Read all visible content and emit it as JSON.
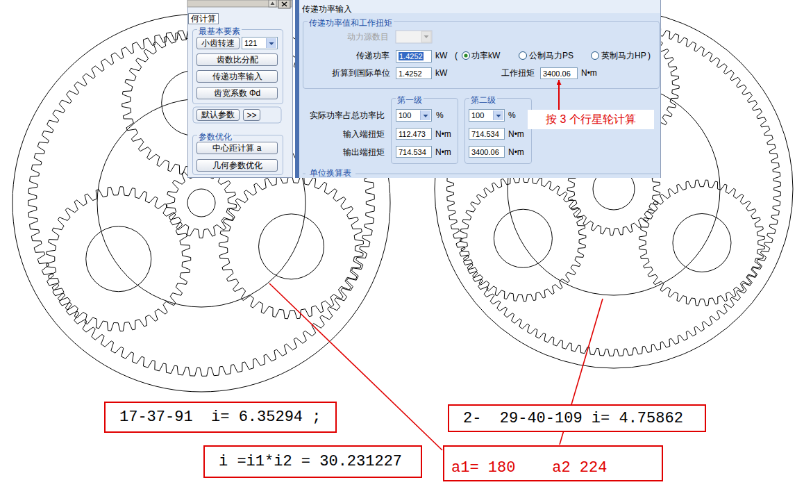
{
  "diagram": {
    "nodes": [
      {
        "text": [
          "何计算"
        ]
      },
      {
        "text": [
          "最基本要素"
        ],
        "in": 0
      },
      {
        "text": [
          "小齿转速"
        ],
        "in": 1
      },
      {
        "text": [
          "121"
        ],
        "in": 1
      },
      {
        "text": [
          "齿数比分配"
        ],
        "in": 1
      },
      {
        "text": [
          "传递功率输入"
        ],
        "in": 1
      },
      {
        "text": [
          "齿宽系数 Φd"
        ],
        "in": 1
      },
      {
        "text": [
          "默认参数"
        ],
        "in": 0
      },
      {
        "text": [
          ">>"
        ],
        "in": 0
      },
      {
        "text": [
          "参数优化"
        ],
        "in": 0
      },
      {
        "text": [
          "中心距计算 a"
        ],
        "in": 9
      },
      {
        "text": [
          "几何参数优化"
        ],
        "in": 9
      },
      {
        "text": [
          "传递功率输入"
        ]
      },
      {
        "text": [
          "传递功率值和工作扭矩"
        ],
        "in": 12
      },
      {
        "text": [
          "1.4252"
        ],
        "in": 13
      },
      {
        "text": [
          "1.4252"
        ],
        "in": 13
      },
      {
        "text": [
          "3400.06"
        ],
        "in": 13
      },
      {
        "text": [
          "第一级"
        ],
        "in": 12
      },
      {
        "text": [
          "100"
        ],
        "in": 17
      },
      {
        "text": [
          "112.473"
        ],
        "in": 17
      },
      {
        "text": [
          "714.534"
        ],
        "in": 17
      },
      {
        "text": [
          "第二级"
        ],
        "in": 12
      },
      {
        "text": [
          "100"
        ],
        "in": 21
      },
      {
        "text": [
          "714.534"
        ],
        "in": 21
      },
      {
        "text": [
          "3400.06"
        ],
        "in": 21
      },
      {
        "text": [
          "按 3 个行星轮计算"
        ]
      },
      {
        "text": [
          "17-37-91  i= 6.35294 ;"
        ]
      },
      {
        "text": [
          "i =i1*i2 = 30.231227"
        ]
      },
      {
        "text": [
          "2-  29-40-109 i= 4.75862"
        ]
      },
      {
        "text": [
          "a1= 180    a2 224"
        ]
      }
    ],
    "edges": [
      {
        "from": 25,
        "to": 16,
        "arrow": "to"
      }
    ],
    "labels": [
      "动力源数目",
      "传递功率",
      "kW",
      "(",
      "功率kW",
      "公制马力PS",
      "英制马力HP",
      ")",
      "折算到国际单位",
      "kW",
      "工作扭矩",
      "N•m",
      "实际功率占总功率比",
      "%",
      "%",
      "输入端扭矩",
      "N•m",
      "N•m",
      "输出端扭矩",
      "N•m",
      "N•m",
      "单位换算表"
    ]
  }
}
